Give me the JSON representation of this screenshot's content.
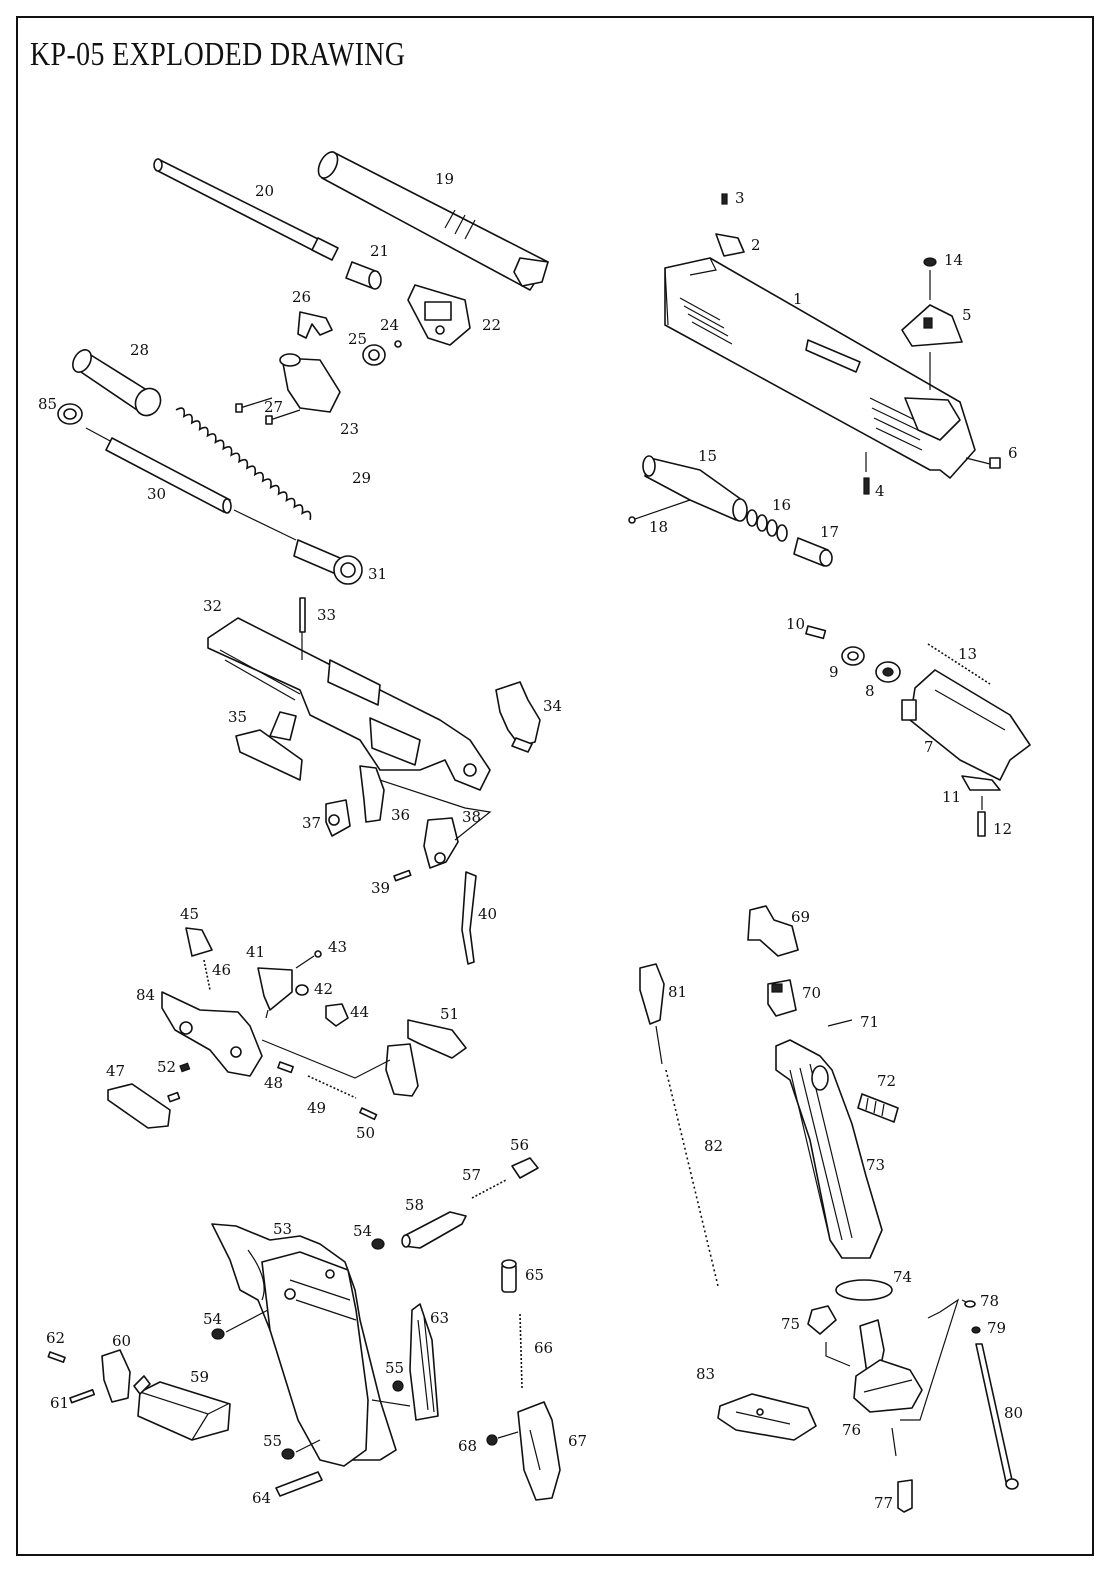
{
  "header": {
    "title": "KP-05 EXPLODED DRAWING"
  },
  "part_labels": [
    {
      "n": "1"
    },
    {
      "n": "2"
    },
    {
      "n": "3"
    },
    {
      "n": "4"
    },
    {
      "n": "5"
    },
    {
      "n": "6"
    },
    {
      "n": "7"
    },
    {
      "n": "8"
    },
    {
      "n": "9"
    },
    {
      "n": "10"
    },
    {
      "n": "11"
    },
    {
      "n": "12"
    },
    {
      "n": "13"
    },
    {
      "n": "14"
    },
    {
      "n": "15"
    },
    {
      "n": "16"
    },
    {
      "n": "17"
    },
    {
      "n": "18"
    },
    {
      "n": "19"
    },
    {
      "n": "20"
    },
    {
      "n": "21"
    },
    {
      "n": "22"
    },
    {
      "n": "23"
    },
    {
      "n": "24"
    },
    {
      "n": "25"
    },
    {
      "n": "26"
    },
    {
      "n": "27"
    },
    {
      "n": "28"
    },
    {
      "n": "29"
    },
    {
      "n": "30"
    },
    {
      "n": "31"
    },
    {
      "n": "32"
    },
    {
      "n": "33"
    },
    {
      "n": "34"
    },
    {
      "n": "35"
    },
    {
      "n": "36"
    },
    {
      "n": "37"
    },
    {
      "n": "38"
    },
    {
      "n": "39"
    },
    {
      "n": "40"
    },
    {
      "n": "41"
    },
    {
      "n": "42"
    },
    {
      "n": "43"
    },
    {
      "n": "44"
    },
    {
      "n": "45"
    },
    {
      "n": "46"
    },
    {
      "n": "47"
    },
    {
      "n": "48"
    },
    {
      "n": "49"
    },
    {
      "n": "50"
    },
    {
      "n": "51"
    },
    {
      "n": "52"
    },
    {
      "n": "53"
    },
    {
      "n": "54"
    },
    {
      "n": "54"
    },
    {
      "n": "55"
    },
    {
      "n": "55"
    },
    {
      "n": "56"
    },
    {
      "n": "57"
    },
    {
      "n": "58"
    },
    {
      "n": "59"
    },
    {
      "n": "60"
    },
    {
      "n": "61"
    },
    {
      "n": "62"
    },
    {
      "n": "63"
    },
    {
      "n": "64"
    },
    {
      "n": "65"
    },
    {
      "n": "66"
    },
    {
      "n": "67"
    },
    {
      "n": "68"
    },
    {
      "n": "69"
    },
    {
      "n": "70"
    },
    {
      "n": "71"
    },
    {
      "n": "72"
    },
    {
      "n": "73"
    },
    {
      "n": "74"
    },
    {
      "n": "75"
    },
    {
      "n": "76"
    },
    {
      "n": "77"
    },
    {
      "n": "78"
    },
    {
      "n": "79"
    },
    {
      "n": "80"
    },
    {
      "n": "81"
    },
    {
      "n": "82"
    },
    {
      "n": "83"
    },
    {
      "n": "84"
    },
    {
      "n": "85"
    }
  ]
}
